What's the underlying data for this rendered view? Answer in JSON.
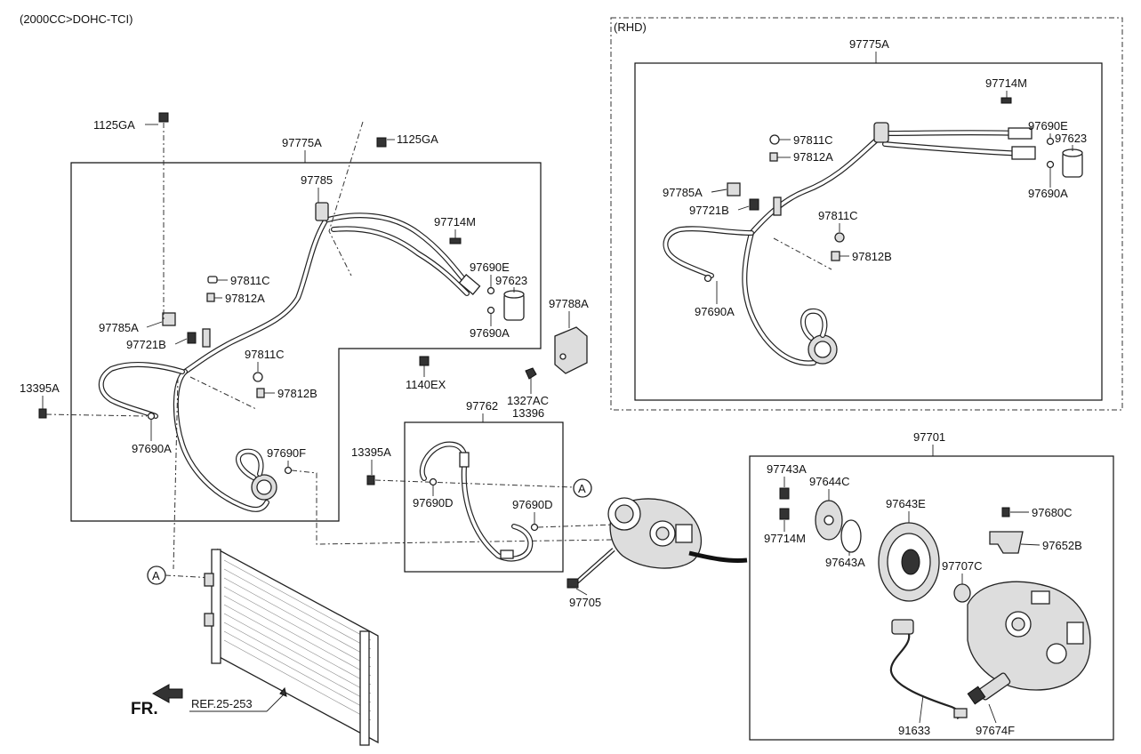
{
  "header": {
    "variant_label": "(2000CC>DOHC-TCI)"
  },
  "rhd": {
    "title": "(RHD)",
    "assembly": "97775A",
    "parts": {
      "p97714M": "97714M",
      "p97690E": "97690E",
      "p97623": "97623",
      "p97690A_r": "97690A",
      "p97811C_t": "97811C",
      "p97812A": "97812A",
      "p97785A": "97785A",
      "p97721B": "97721B",
      "p97811C_m": "97811C",
      "p97812B": "97812B",
      "p97690A_b": "97690A"
    }
  },
  "main": {
    "assembly": "97775A",
    "parts": {
      "p1125GA_l": "1125GA",
      "p1125GA_r": "1125GA",
      "p97785": "97785",
      "p97714M": "97714M",
      "p97690E": "97690E",
      "p97623": "97623",
      "p97690A_r": "97690A",
      "p97811C_t": "97811C",
      "p97812A": "97812A",
      "p97785A": "97785A",
      "p97721B": "97721B",
      "p97811C_m": "97811C",
      "p97812B": "97812B",
      "p13395A": "13395A",
      "p97690A_b": "97690A",
      "p97690F": "97690F",
      "p97788A": "97788A",
      "p1140EX": "1140EX",
      "p1327AC": "1327AC",
      "p13396": "13396"
    }
  },
  "discharge": {
    "assembly": "97762",
    "parts": {
      "p13395A": "13395A",
      "p97690D_l": "97690D",
      "p97690D_r": "97690D"
    }
  },
  "compressor": {
    "assembly": "97701",
    "bolt": "97705",
    "parts": {
      "p97743A": "97743A",
      "p97644C": "97644C",
      "p97714M": "97714M",
      "p97643A": "97643A",
      "p97643E": "97643E",
      "p97680C": "97680C",
      "p97652B": "97652B",
      "p97707C": "97707C",
      "p91633": "91633",
      "p97674F": "97674F"
    }
  },
  "callouts": {
    "a_top": "A",
    "a_left": "A"
  },
  "footer": {
    "fr": "FR.",
    "ref": "REF.25-253"
  }
}
